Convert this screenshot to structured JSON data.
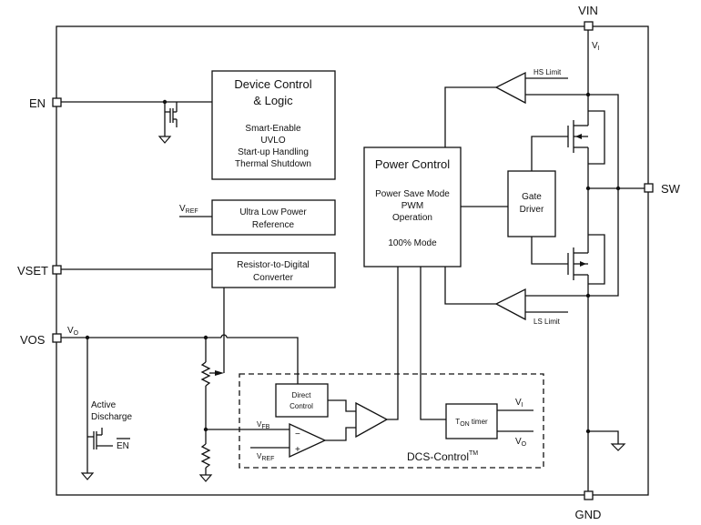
{
  "pins": {
    "vin": "VIN",
    "en": "EN",
    "vset": "VSET",
    "vos": "VOS",
    "sw": "SW",
    "gnd": "GND"
  },
  "blocks": {
    "device_control": {
      "title_line1": "Device Control",
      "title_line2": "& Logic",
      "items": [
        "Smart-Enable",
        "UVLO",
        "Start-up Handling",
        "Thermal Shutdown"
      ]
    },
    "ulp_ref": {
      "line1": "Ultra Low Power",
      "line2": "Reference"
    },
    "r2d": {
      "line1": "Resistor-to-Digital",
      "line2": "Converter"
    },
    "power_control": {
      "title": "Power Control",
      "items": [
        "Power Save Mode",
        "PWM",
        "Operation"
      ],
      "mode": "100% Mode"
    },
    "gate_driver": {
      "line1": "Gate",
      "line2": "Driver"
    },
    "direct_control": {
      "line1": "Direct",
      "line2": "Control"
    },
    "ton_timer": {
      "prefix": "T",
      "sub": "ON",
      "suffix": " timer"
    }
  },
  "labels": {
    "vi_main": "V",
    "vi_main_sub": "I",
    "hs_limit": "HS Limit",
    "ls_limit": "LS Limit",
    "vref": "V",
    "vref_sub": "REF",
    "vo": "V",
    "vo_sub": "O",
    "vfb": "V",
    "vfb_sub": "FB",
    "vref2": "V",
    "vref2_sub": "REF",
    "active_discharge_1": "Active",
    "active_discharge_2": "Discharge",
    "en_bar": "EN",
    "minus": "−",
    "plus": "+",
    "timer_vi": "V",
    "timer_vi_sub": "I",
    "timer_vo": "V",
    "timer_vo_sub": "O",
    "dcs": "DCS-Control",
    "dcs_tm": "TM"
  }
}
